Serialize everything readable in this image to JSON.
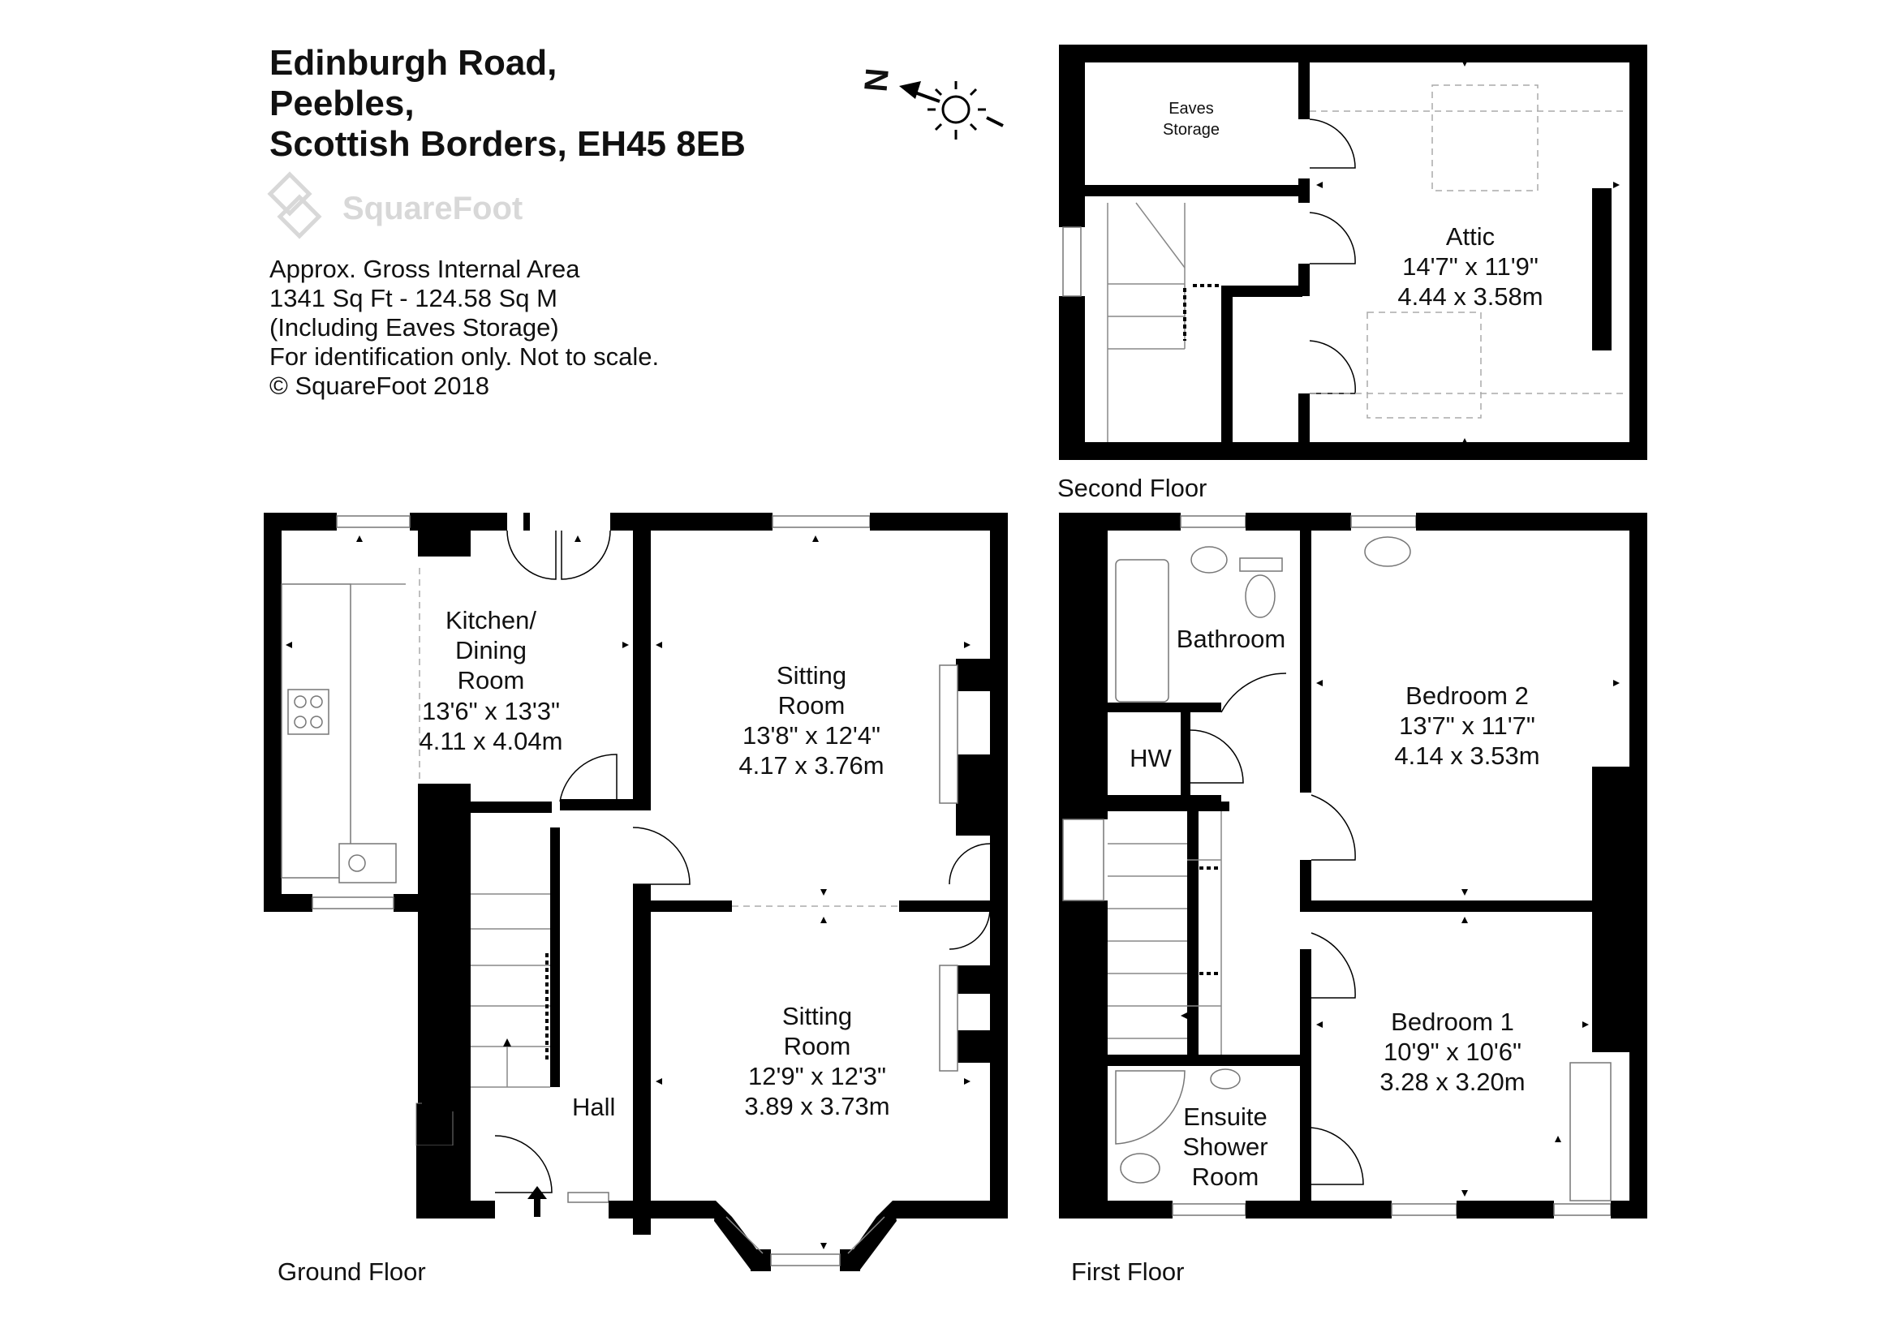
{
  "header": {
    "address_line1": "Edinburgh Road,",
    "address_line2": "Peebles,",
    "address_line3": "Scottish Borders, EH45 8EB",
    "logo_text": "SquareFoot"
  },
  "info": {
    "line1": "Approx. Gross Internal Area",
    "line2": "1341 Sq Ft  -  124.58 Sq M",
    "line3": "(Including Eaves Storage)",
    "line4": "For identification only. Not to scale.",
    "line5": "© SquareFoot 2018"
  },
  "compass": {
    "north_letter": "N",
    "icons": [
      "compass-arrow-icon",
      "sun-icon"
    ]
  },
  "floors": {
    "ground": "Ground Floor",
    "first": "First Floor",
    "second": "Second Floor"
  },
  "rooms": {
    "kitchen": {
      "l1": "Kitchen/",
      "l2": "Dining",
      "l3": "Room",
      "imp": "13'6\" x 13'3\"",
      "met": "4.11 x 4.04m"
    },
    "sitting1": {
      "l1": "Sitting",
      "l2": "Room",
      "imp": "13'8\" x 12'4\"",
      "met": "4.17 x 3.76m"
    },
    "sitting2": {
      "l1": "Sitting",
      "l2": "Room",
      "imp": "12'9\" x 12'3\"",
      "met": "3.89 x 3.73m"
    },
    "hall": {
      "l1": "Hall"
    },
    "bathroom": {
      "l1": "Bathroom"
    },
    "hw": {
      "l1": "HW"
    },
    "bedroom2": {
      "l1": "Bedroom 2",
      "imp": "13'7\" x 11'7\"",
      "met": "4.14 x 3.53m"
    },
    "bedroom1": {
      "l1": "Bedroom 1",
      "imp": "10'9\" x 10'6\"",
      "met": "3.28 x 3.20m"
    },
    "ensuite": {
      "l1": "Ensuite",
      "l2": "Shower",
      "l3": "Room"
    },
    "eaves": {
      "l1": "Eaves",
      "l2": "Storage"
    },
    "attic": {
      "l1": "Attic",
      "imp": "14'7\" x 11'9\"",
      "met": "4.44 x 3.58m"
    }
  },
  "colors": {
    "walls": "#000000",
    "background": "#ffffff",
    "logo": "#d8d8d8"
  }
}
